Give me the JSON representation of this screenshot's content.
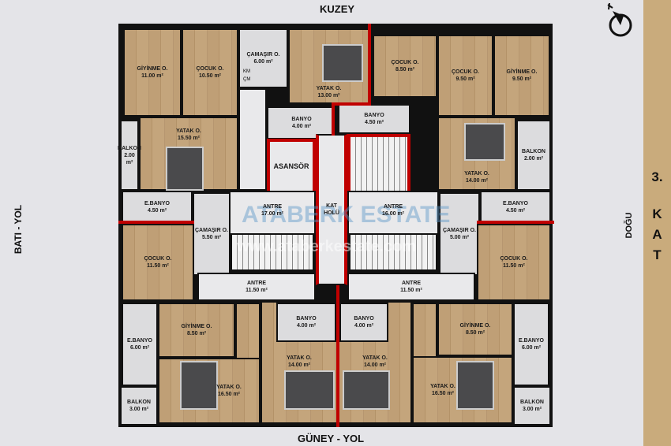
{
  "orientation": {
    "north": "KUZEY",
    "south": "GÜNEY - YOL",
    "west": "BATI - YOL",
    "east": "DOĞU"
  },
  "floor": {
    "number": "3.",
    "label": [
      "K",
      "A",
      "T"
    ]
  },
  "watermark": {
    "brand": "ATABERK ESTATE",
    "url": "www.ataberkestate.com"
  },
  "colors": {
    "wood": "#bf9f76",
    "marble": "#dcdcde",
    "apartment_boundary": "#c00000",
    "sidebar": "#c9ab7c"
  },
  "rooms": [
    {
      "name": "GİYİNME O.",
      "area": "11.00 m²"
    },
    {
      "name": "ÇOCUK O.",
      "area": "10.50 m²"
    },
    {
      "name": "ÇAMAŞIR O.",
      "area": "6.00 m²"
    },
    {
      "name": "YATAK O.",
      "area": "13.00 m²"
    },
    {
      "name": "ÇOCUK O.",
      "area": "8.50 m²"
    },
    {
      "name": "ÇOCUK O.",
      "area": "9.50 m²"
    },
    {
      "name": "GİYİNME O.",
      "area": "9.50 m²"
    },
    {
      "name": "BALKON",
      "area": "2.00 m²"
    },
    {
      "name": "YATAK O.",
      "area": "15.50 m²"
    },
    {
      "name": "BANYO",
      "area": "4.00 m²"
    },
    {
      "name": "BANYO",
      "area": "4.50 m²"
    },
    {
      "name": "ASANSÖR",
      "area": ""
    },
    {
      "name": "KAT HOLÜ",
      "area": ""
    },
    {
      "name": "YATAK O.",
      "area": "14.00 m²"
    },
    {
      "name": "BALKON",
      "area": "2.00 m²"
    },
    {
      "name": "E.BANYO",
      "area": "4.50 m²"
    },
    {
      "name": "ANTRE",
      "area": "17.00 m²"
    },
    {
      "name": "ANTRE",
      "area": "16.00 m²"
    },
    {
      "name": "E.BANYO",
      "area": "4.50 m²"
    },
    {
      "name": "ÇAMAŞIR O.",
      "area": "5.50 m²"
    },
    {
      "name": "ÇAMAŞIR O.",
      "area": "5.00 m²"
    },
    {
      "name": "ÇOCUK O.",
      "area": "11.50 m²"
    },
    {
      "name": "ÇOCUK O.",
      "area": "11.50 m²"
    },
    {
      "name": "ANTRE",
      "area": "11.50 m²"
    },
    {
      "name": "ANTRE",
      "area": "11.50 m²"
    },
    {
      "name": "E.BANYO",
      "area": "6.00 m²"
    },
    {
      "name": "GİYİNME O.",
      "area": "8.50 m²"
    },
    {
      "name": "YATAK O.",
      "area": "14.00 m²"
    },
    {
      "name": "YATAK O.",
      "area": "14.00 m²"
    },
    {
      "name": "GİYİNME O.",
      "area": "8.50 m²"
    },
    {
      "name": "E.BANYO",
      "area": "6.00 m²"
    },
    {
      "name": "YATAK O.",
      "area": "16.50 m²"
    },
    {
      "name": "YATAK O.",
      "area": "16.50 m²"
    },
    {
      "name": "BALKON",
      "area": "3.00 m²"
    },
    {
      "name": "BALKON",
      "area": "3.00 m²"
    },
    {
      "name": "BANYO",
      "area": "4.00 m²"
    },
    {
      "name": "BANYO",
      "area": "4.00 m²"
    }
  ],
  "fixture_labels": {
    "km": "KM",
    "cm": "ÇM"
  }
}
